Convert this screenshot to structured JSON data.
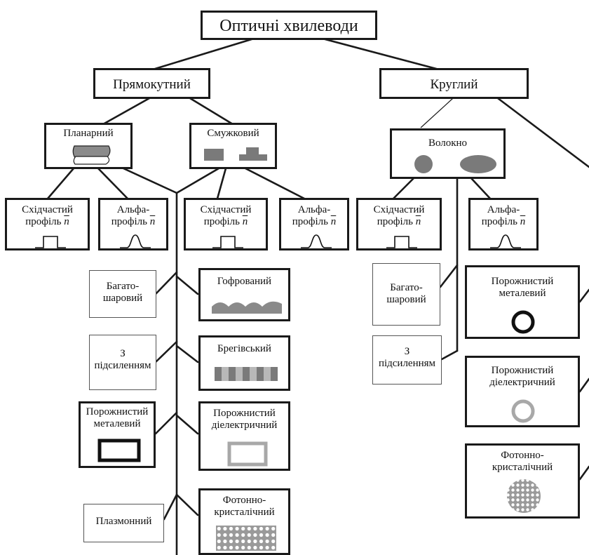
{
  "root": "Оптичні хвилеводи",
  "rect": "Прямокутний",
  "round": "Круглий",
  "planar": "Планарний",
  "strip": "Смужковий",
  "fiber": "Волокно",
  "step1": "Східчастий",
  "step2": "профіль",
  "alpha1": "Альфа-",
  "alpha2": "профіль",
  "nbar": "n",
  "multilayer1": "Багато-",
  "multilayer2": "шаровий",
  "amplified1": "З",
  "amplified2": "підсиленням",
  "hollow_metal1": "Порожнистий",
  "hollow_metal2": "металевий",
  "hollow_diel1": "Порожнистий",
  "hollow_diel2": "діелектричний",
  "corrugated": "Гофрований",
  "bragg": "Брегівський",
  "plasmonic": "Плазмонний",
  "photonic1": "Фотонно-",
  "photonic2": "кристалічний"
}
